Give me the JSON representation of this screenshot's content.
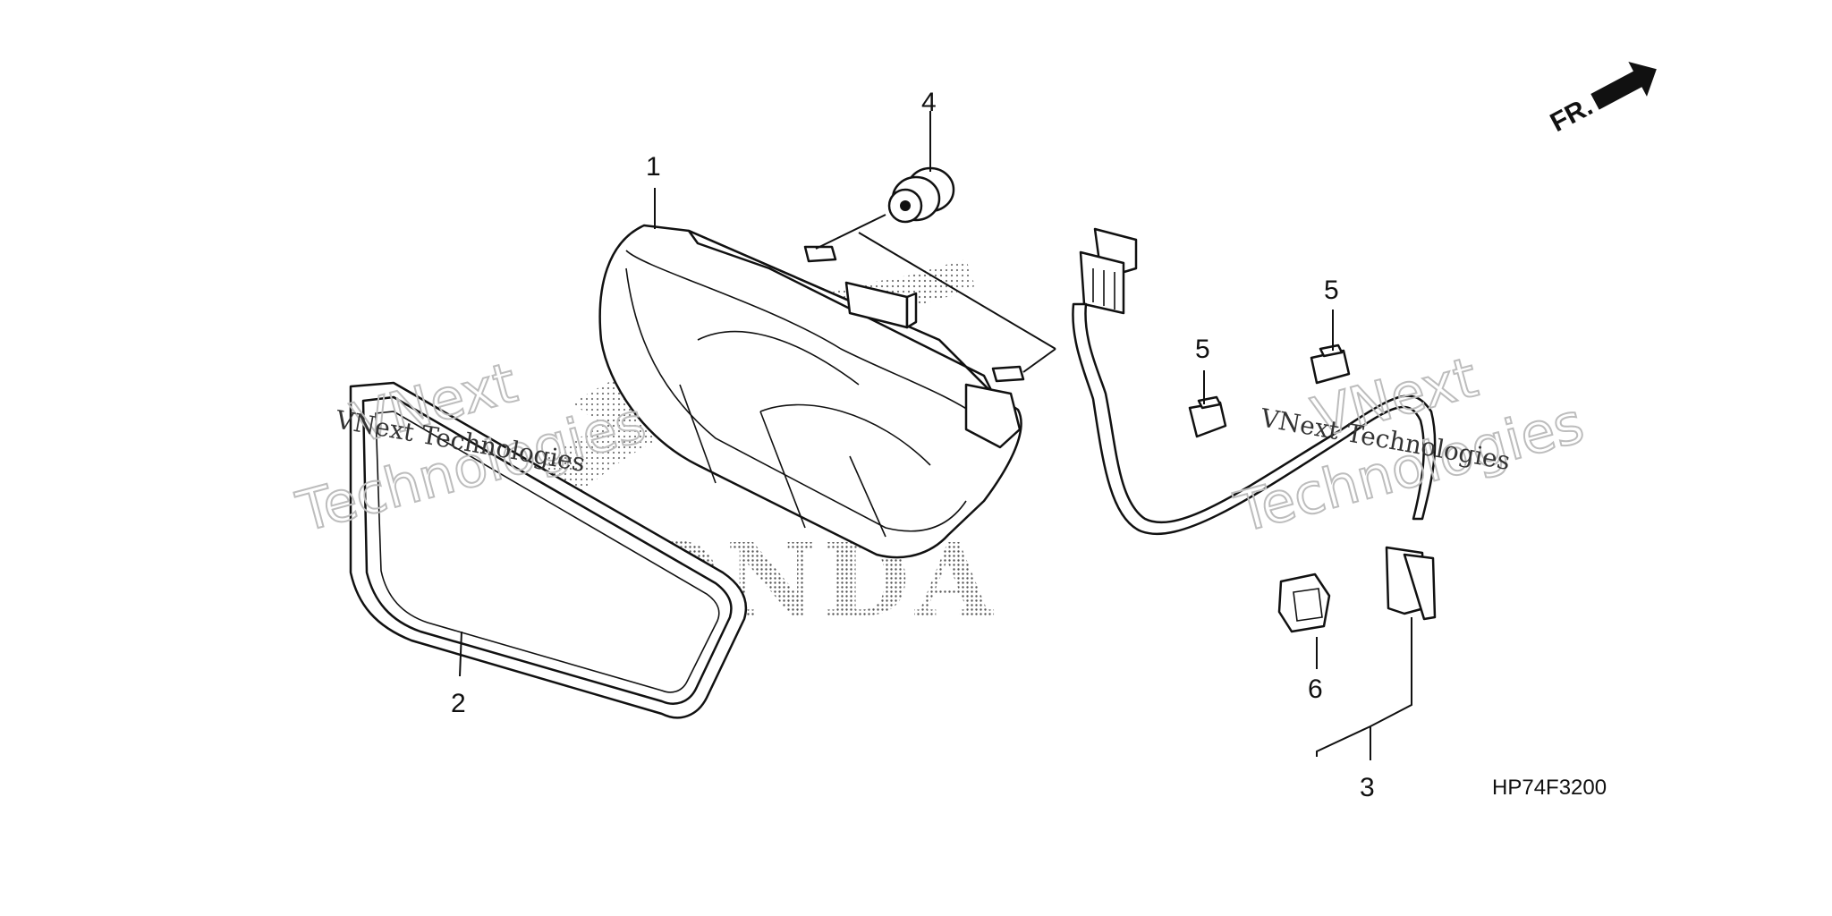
{
  "callouts": {
    "c1": "1",
    "c2": "2",
    "c3": "3",
    "c4": "4",
    "c5a": "5",
    "c5b": "5",
    "c6": "6"
  },
  "front_indicator": "FR.",
  "diagram_code": "HP74F3200",
  "brand_watermark": "HONDA",
  "watermarks": {
    "large_1_line1": "VNext",
    "large_1_line2": "Technologies",
    "small_1": "VNext Technologies",
    "large_2_line1": "VNext",
    "large_2_line2": "Technologies",
    "small_2": "VNext Technologies"
  },
  "colors": {
    "line": "#111111",
    "watermark": "#bdbdbd",
    "background": "#ffffff"
  }
}
